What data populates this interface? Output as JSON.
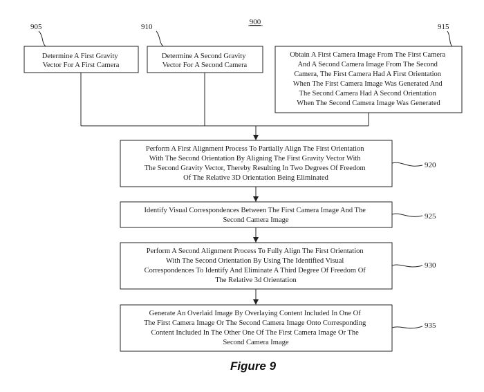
{
  "figure": {
    "number": "900",
    "caption": "Figure 9"
  },
  "steps": [
    {
      "ref": "905",
      "lines": [
        "Determine A First Gravity",
        "Vector For A First Camera"
      ]
    },
    {
      "ref": "910",
      "lines": [
        "Determine A Second Gravity",
        "Vector For A Second Camera"
      ]
    },
    {
      "ref": "915",
      "lines": [
        "Obtain A First Camera Image From The First Camera",
        "And A Second Camera Image From The Second",
        "Camera, The First Camera Had A First Orientation",
        "When The First Camera Image Was Generated And",
        "The Second Camera Had A Second Orientation",
        "When The Second Camera Image Was Generated"
      ]
    },
    {
      "ref": "920",
      "lines": [
        "Perform A First Alignment Process To Partially Align The First Orientation",
        "With The Second Orientation By Aligning The First Gravity Vector With",
        "The Second Gravity Vector, Thereby Resulting In Two Degrees Of Freedom",
        "Of The Relative 3D Orientation Being Eliminated"
      ]
    },
    {
      "ref": "925",
      "lines": [
        "Identify Visual Correspondences Between The First Camera Image And The",
        "Second Camera Image"
      ]
    },
    {
      "ref": "930",
      "lines": [
        "Perform A Second Alignment Process To Fully Align The First Orientation",
        "With The Second Orientation By Using The Identified Visual",
        "Correspondences To Identify And Eliminate A Third Degree Of Freedom Of",
        "The Relative 3d Orientation"
      ]
    },
    {
      "ref": "935",
      "lines": [
        "Generate An Overlaid Image By Overlaying Content Included In One Of",
        "The First Camera Image Or The Second Camera Image Onto Corresponding",
        "Content Included In The Other One Of The First Camera Image Or The",
        "Second Camera Image"
      ]
    }
  ]
}
